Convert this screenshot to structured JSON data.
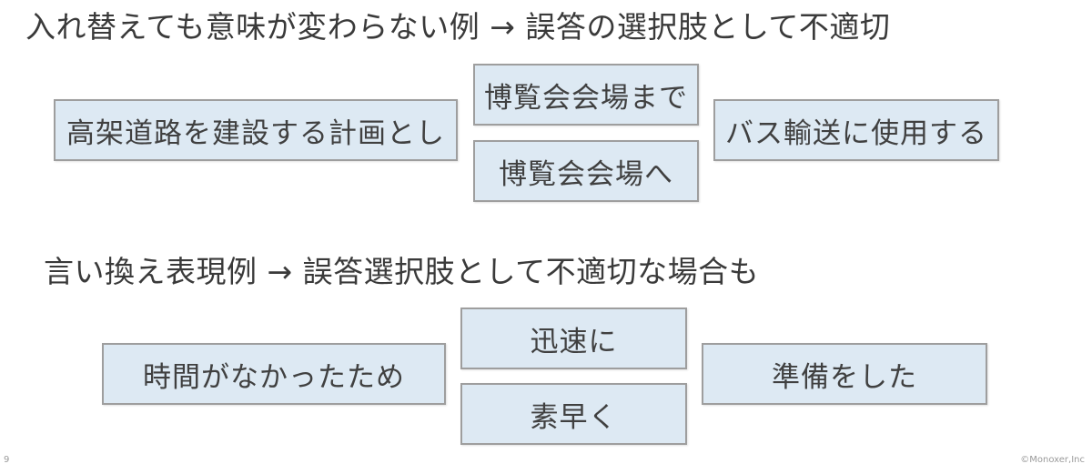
{
  "example1": {
    "heading": "入れ替えても意味が変わらない例 → 誤答の選択肢として不適切",
    "left": "高架道路を建設する計画とし",
    "middle_top": "博覧会会場まで",
    "middle_bottom": "博覧会会場へ",
    "right": "バス輸送に使用する"
  },
  "example2": {
    "heading": "言い換え表現例 → 誤答選択肢として不適切な場合も",
    "left": "時間がなかったため",
    "middle_top": "迅速に",
    "middle_bottom": "素早く",
    "right": "準備をした"
  },
  "footer": {
    "page_number": "9",
    "copyright": "©Monoxer,Inc"
  },
  "colors": {
    "box_fill": "#dde9f3",
    "box_border": "#9e9e9e",
    "text": "#3c3c3c"
  }
}
